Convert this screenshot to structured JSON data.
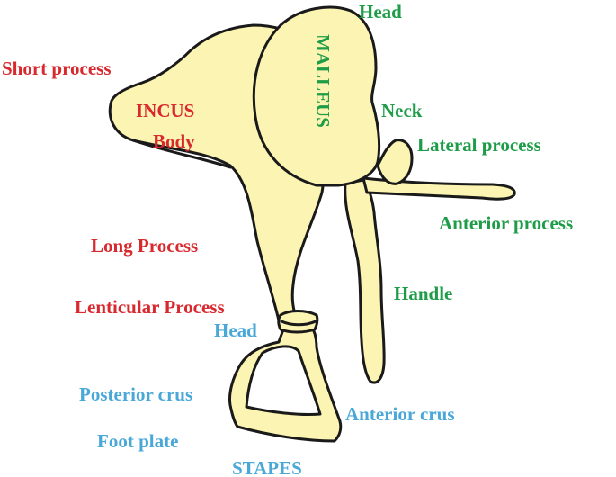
{
  "colors": {
    "bone_fill": "#fbf4b2",
    "outline": "#1a1a1a",
    "incus": "#d8292f",
    "malleus": "#1e9c48",
    "stapes": "#4aa8d8"
  },
  "incus": {
    "title": "INCUS",
    "body": "Body",
    "short_process": "Short process",
    "long_process": "Long Process",
    "lenticular_process": "Lenticular Process"
  },
  "malleus": {
    "title": "MALLEUS",
    "head": "Head",
    "neck": "Neck",
    "lateral_process": "Lateral process",
    "anterior_process": "Anterior process",
    "handle": "Handle"
  },
  "stapes": {
    "title": "STAPES",
    "head": "Head",
    "posterior_crus": "Posterior crus",
    "anterior_crus": "Anterior crus",
    "foot_plate": "Foot plate"
  }
}
